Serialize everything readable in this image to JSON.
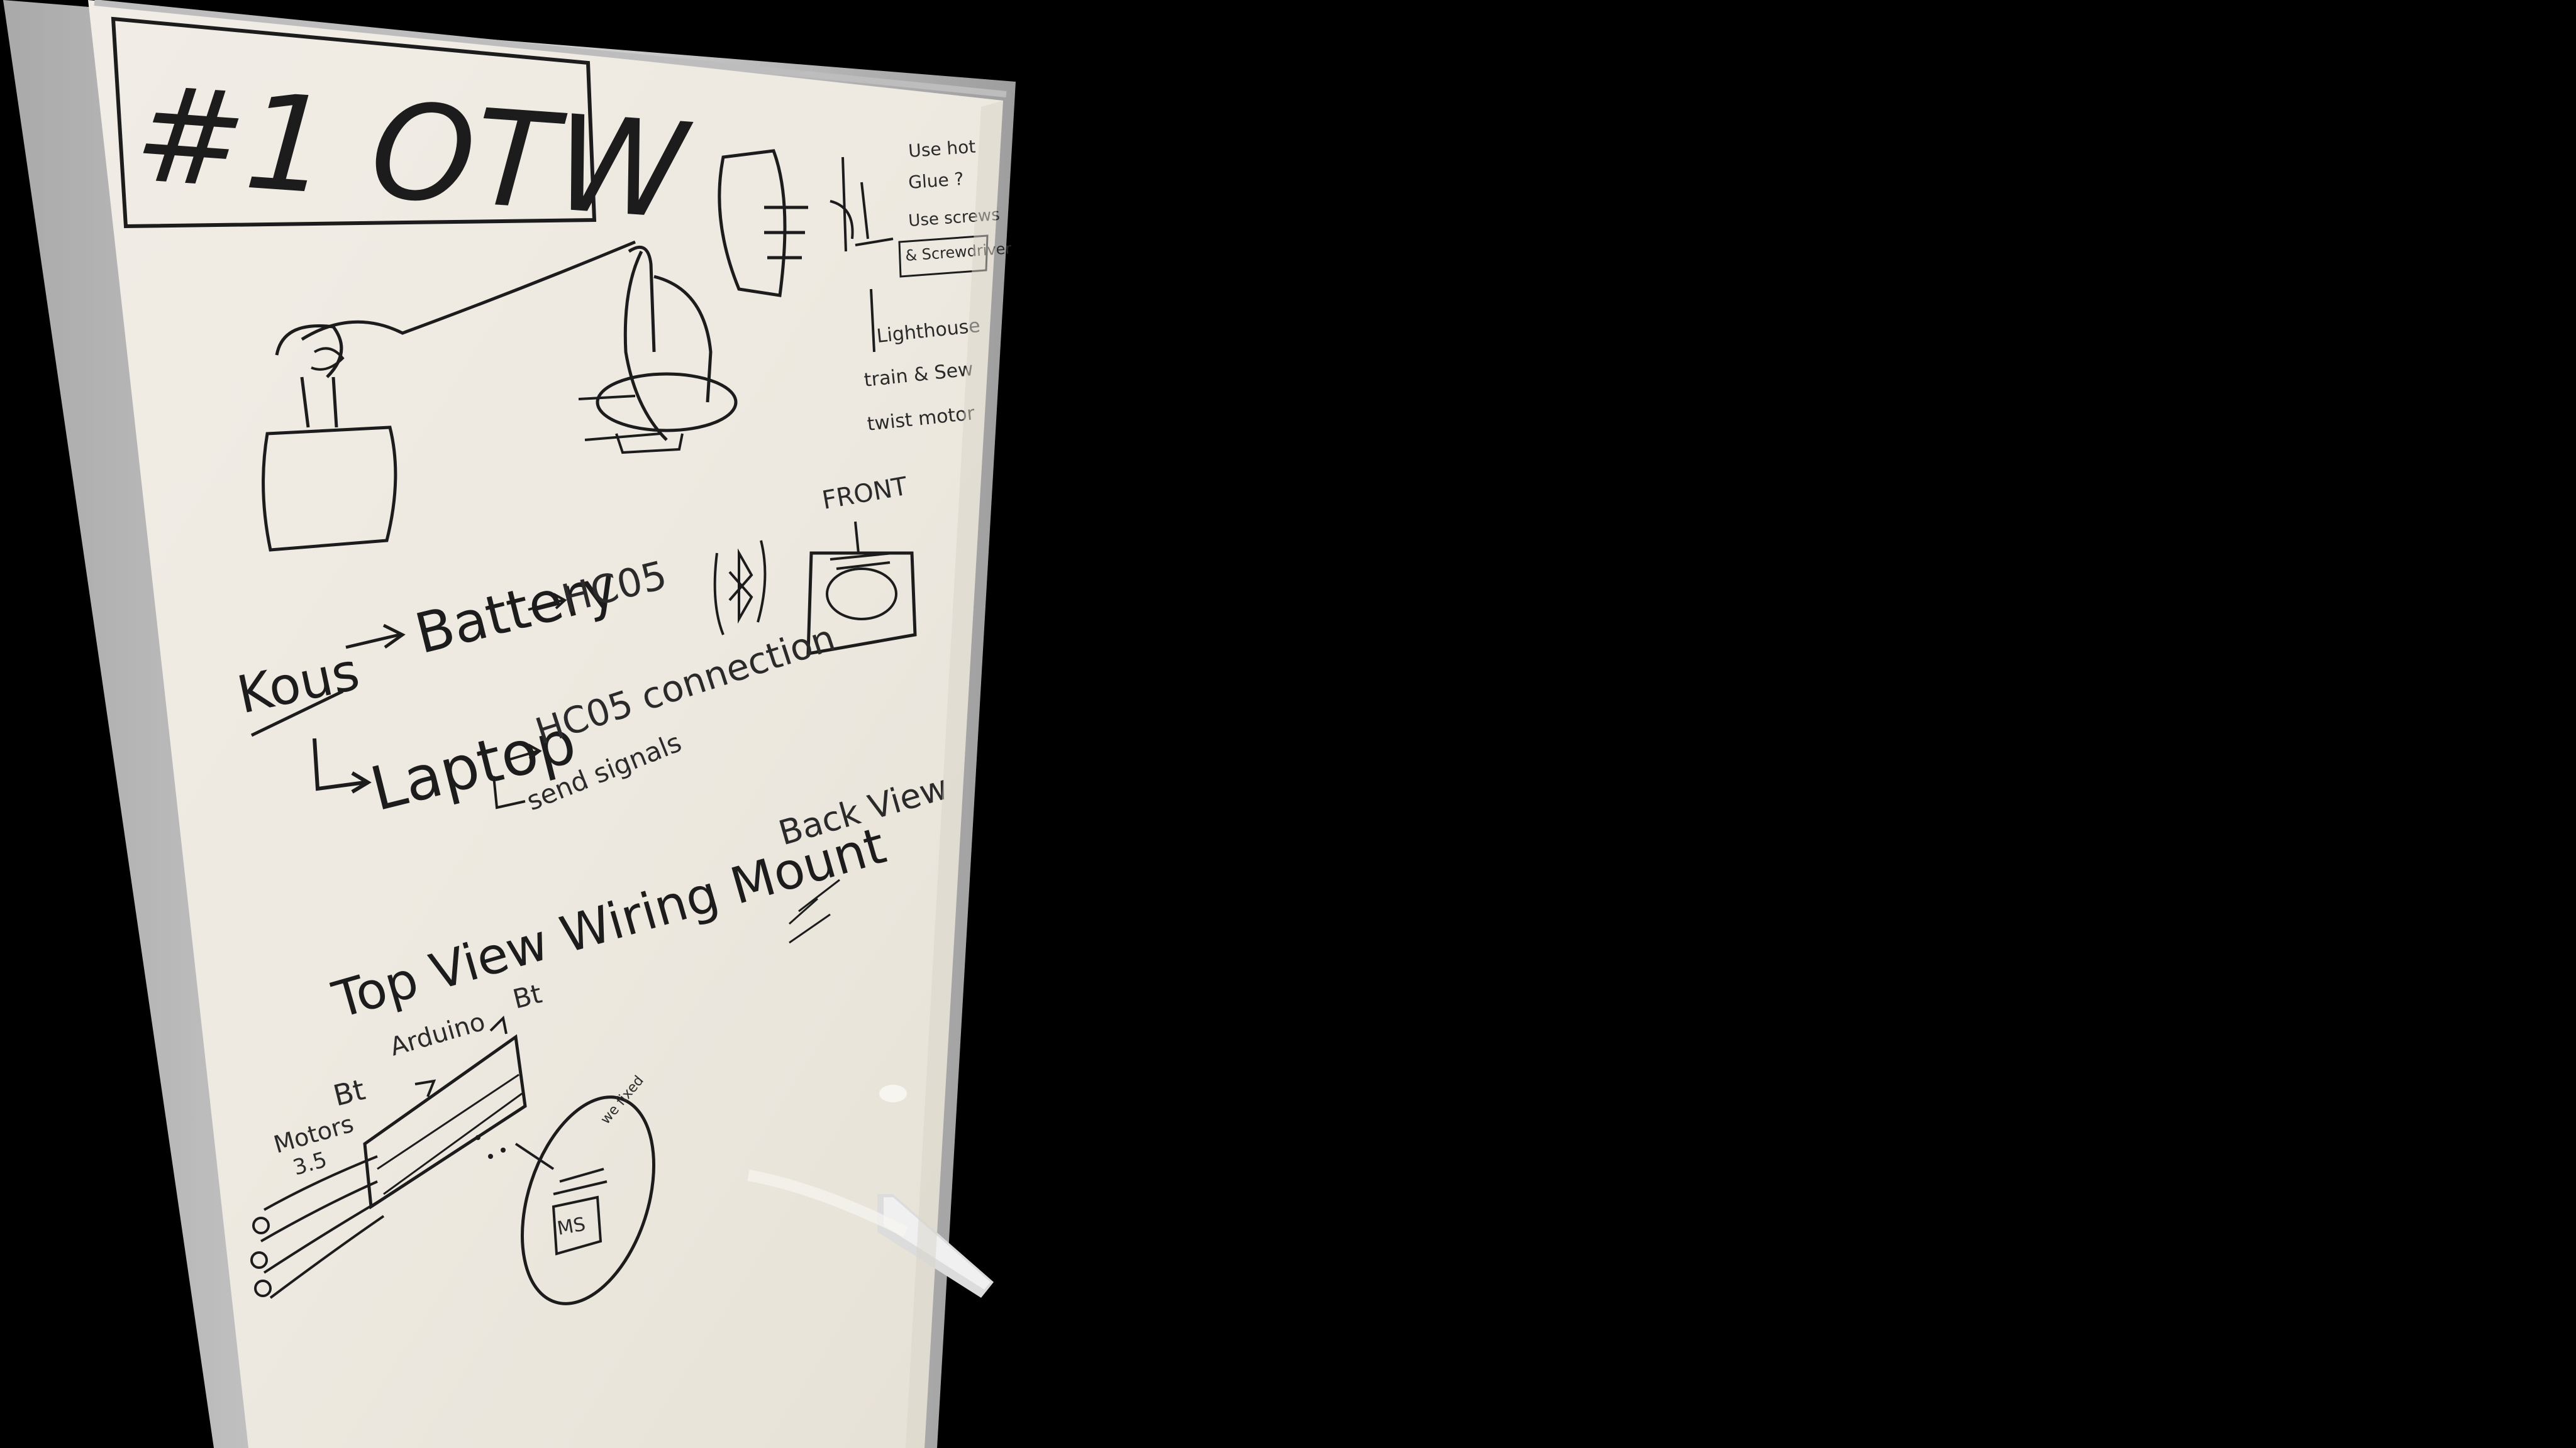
{
  "scene": {
    "description_colors": {
      "background": "#000000",
      "board_surface": "#efebe3",
      "frame": "#c9c9c9",
      "ink": "#1c1c1c"
    }
  },
  "whiteboard": {
    "title": "#1 OTW",
    "top_right_notes": {
      "line1": "Use hot",
      "line2": "Glue ?",
      "line3": "Use screws",
      "line4": "& Screwdriver"
    },
    "right_notes": {
      "line1": "Lighthouse",
      "line2": "train & Sew",
      "line3": "twist motor"
    },
    "front_label": "FRONT",
    "flow": {
      "kous": "Kous",
      "battery": "Battery",
      "hc05_top": "HC05",
      "laptop": "Laptop",
      "hc05_connection": "HC05 connection",
      "send_signals": "send signals"
    },
    "back_view_label": "Back View",
    "top_view_label": "Top View Wiring Mount",
    "arduino_label": "Arduino",
    "bt_label_top": "Bt",
    "bt_label_left": "Bt",
    "motors_label": "Motors",
    "motors_count": "3.5",
    "ms_label": "MS",
    "circle_note": "we fixed"
  }
}
